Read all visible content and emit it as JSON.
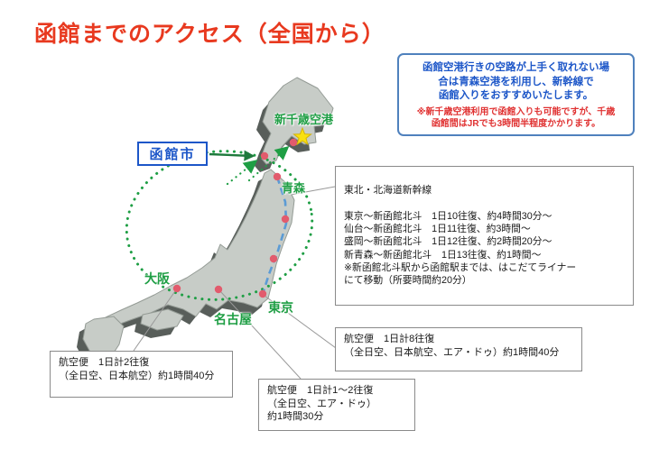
{
  "title": "函館までのアクセス（全国から）",
  "colors": {
    "title-red": "#e8391f",
    "city-green": "#1e9e44",
    "hakodate-blue": "#1c56c8",
    "advisory-blue": "#1c56c8",
    "note-red": "#e03131",
    "route-green": "#1e9e44",
    "shinkansen-blue": "#5b9bd5",
    "dot-red": "#e25b6d",
    "star-yellow": "#f9e00f"
  },
  "map": {
    "labels": {
      "shin_chitose": "新千歳空港",
      "hakodate": "函館市",
      "aomori": "青森",
      "osaka": "大阪",
      "nagoya": "名古屋",
      "tokyo": "東京"
    }
  },
  "advisory": {
    "main": "函館空港行きの空路が上手く取れない場\n合は青森空港を利用し、新幹線で\n函館入りをおすすめいたします。",
    "note": "※新千歳空港利用で函館入りも可能ですが、千歳\n函館間はJRでも3時間半程度かかります。"
  },
  "shinkansen": {
    "title": "東北・北海道新幹線",
    "routes": "東京～新函館北斗　1日10往復、約4時間30分～\n仙台～新函館北斗　1日11往復、約3時間～\n盛岡～新函館北斗　1日12往復、約2時間20分～\n新青森～新函館北斗　1日13往復、約1時間～\n※新函館北斗駅から函館駅までは、はこだてライナー\nにて移動（所要時間約20分）"
  },
  "flights": {
    "osaka": "航空便　1日計2往復\n（全日空、日本航空）約1時間40分",
    "nagoya": "航空便　1日計1～2往復\n（全日空、エア・ドゥ）\n約1時間30分",
    "tokyo": "航空便　1日計8往復\n（全日空、日本航空、エア・ドゥ）約1時間40分"
  }
}
